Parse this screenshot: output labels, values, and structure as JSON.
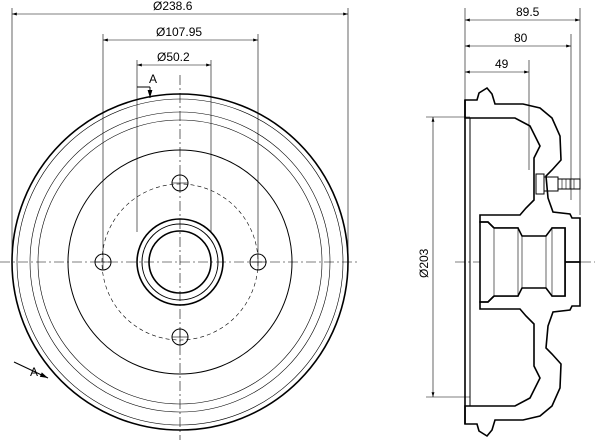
{
  "front_view": {
    "outer_diameter_label": "Ø238.6",
    "bolt_circle_label": "Ø107.95",
    "center_bore_label": "Ø50.2",
    "section_mark_top": "A",
    "section_mark_bottom": "A"
  },
  "side_view": {
    "overall_width_label": "89.5",
    "drum_depth_label": "80",
    "hub_offset_label": "49",
    "braking_diameter_label": "Ø203"
  }
}
